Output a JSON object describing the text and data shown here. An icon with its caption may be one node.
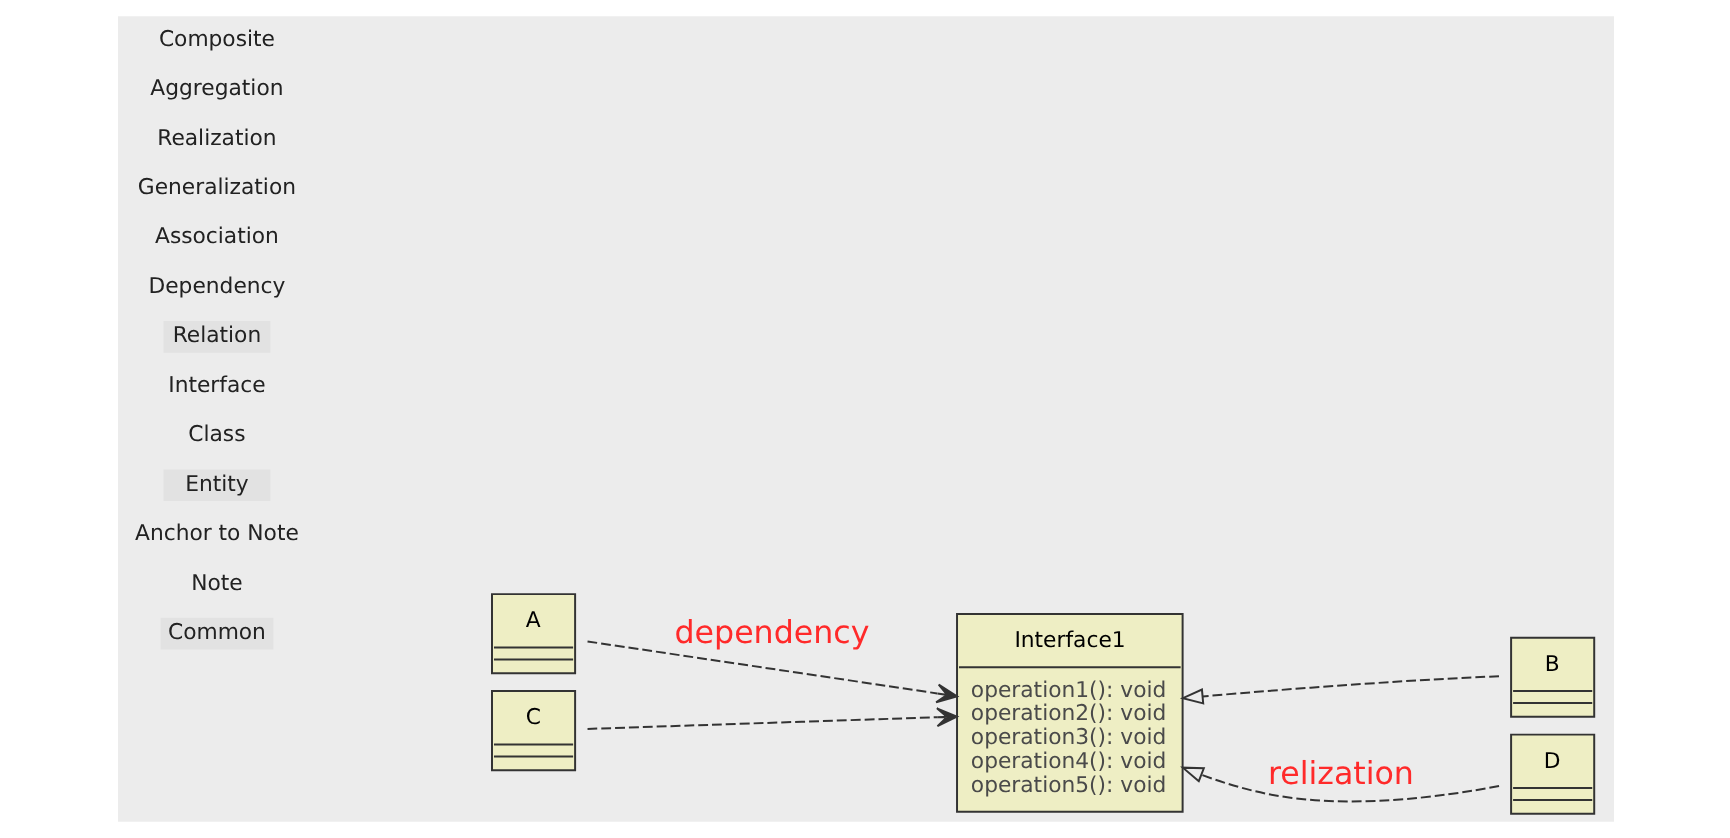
{
  "diagram": {
    "nodes": [
      {
        "text": [
          "A"
        ]
      },
      {
        "text": [
          "Interface1",
          "operation1(): void",
          "operation2(): void",
          "operation3(): void",
          "operation4(): void",
          "operation5(): void"
        ]
      },
      {
        "text": [
          "B"
        ]
      },
      {
        "text": [
          "C"
        ]
      },
      {
        "text": [
          "D"
        ]
      }
    ],
    "edges": [
      {
        "from": 0,
        "to": 1,
        "arrow": "to",
        "style": "dashed",
        "label": "dependency"
      },
      {
        "from": 2,
        "to": 1,
        "arrow": "to",
        "style": "dashed"
      },
      {
        "from": 3,
        "to": 1,
        "arrow": "to",
        "style": "dashed"
      },
      {
        "from": 4,
        "to": 1,
        "arrow": "to",
        "style": "dashed",
        "label": "relization"
      }
    ],
    "labels": [
      "Common",
      "Note",
      "Anchor to Note",
      "Entity",
      "Class",
      "Interface",
      "Relation",
      "Dependency",
      "Association",
      "Generalization",
      "Realization",
      "Aggregation",
      "Composite"
    ]
  }
}
